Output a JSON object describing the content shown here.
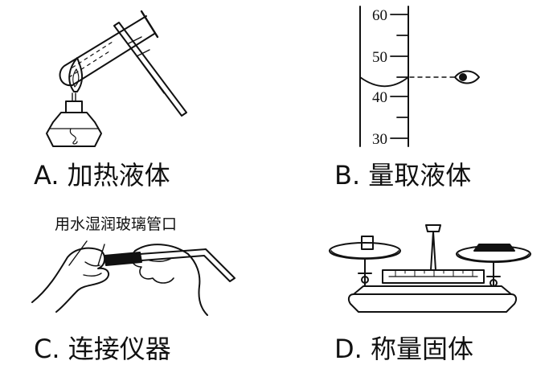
{
  "panels": [
    {
      "letter": "A.",
      "caption": "加热液体"
    },
    {
      "letter": "B.",
      "caption": "量取液体",
      "scale_ticks": [
        "60",
        "50",
        "40",
        "30"
      ]
    },
    {
      "letter": "C.",
      "caption": "连接仪器",
      "note": "用水湿润玻璃管口"
    },
    {
      "letter": "D.",
      "caption": "称量固体"
    }
  ],
  "colors": {
    "ink": "#111111",
    "background": "#ffffff"
  }
}
